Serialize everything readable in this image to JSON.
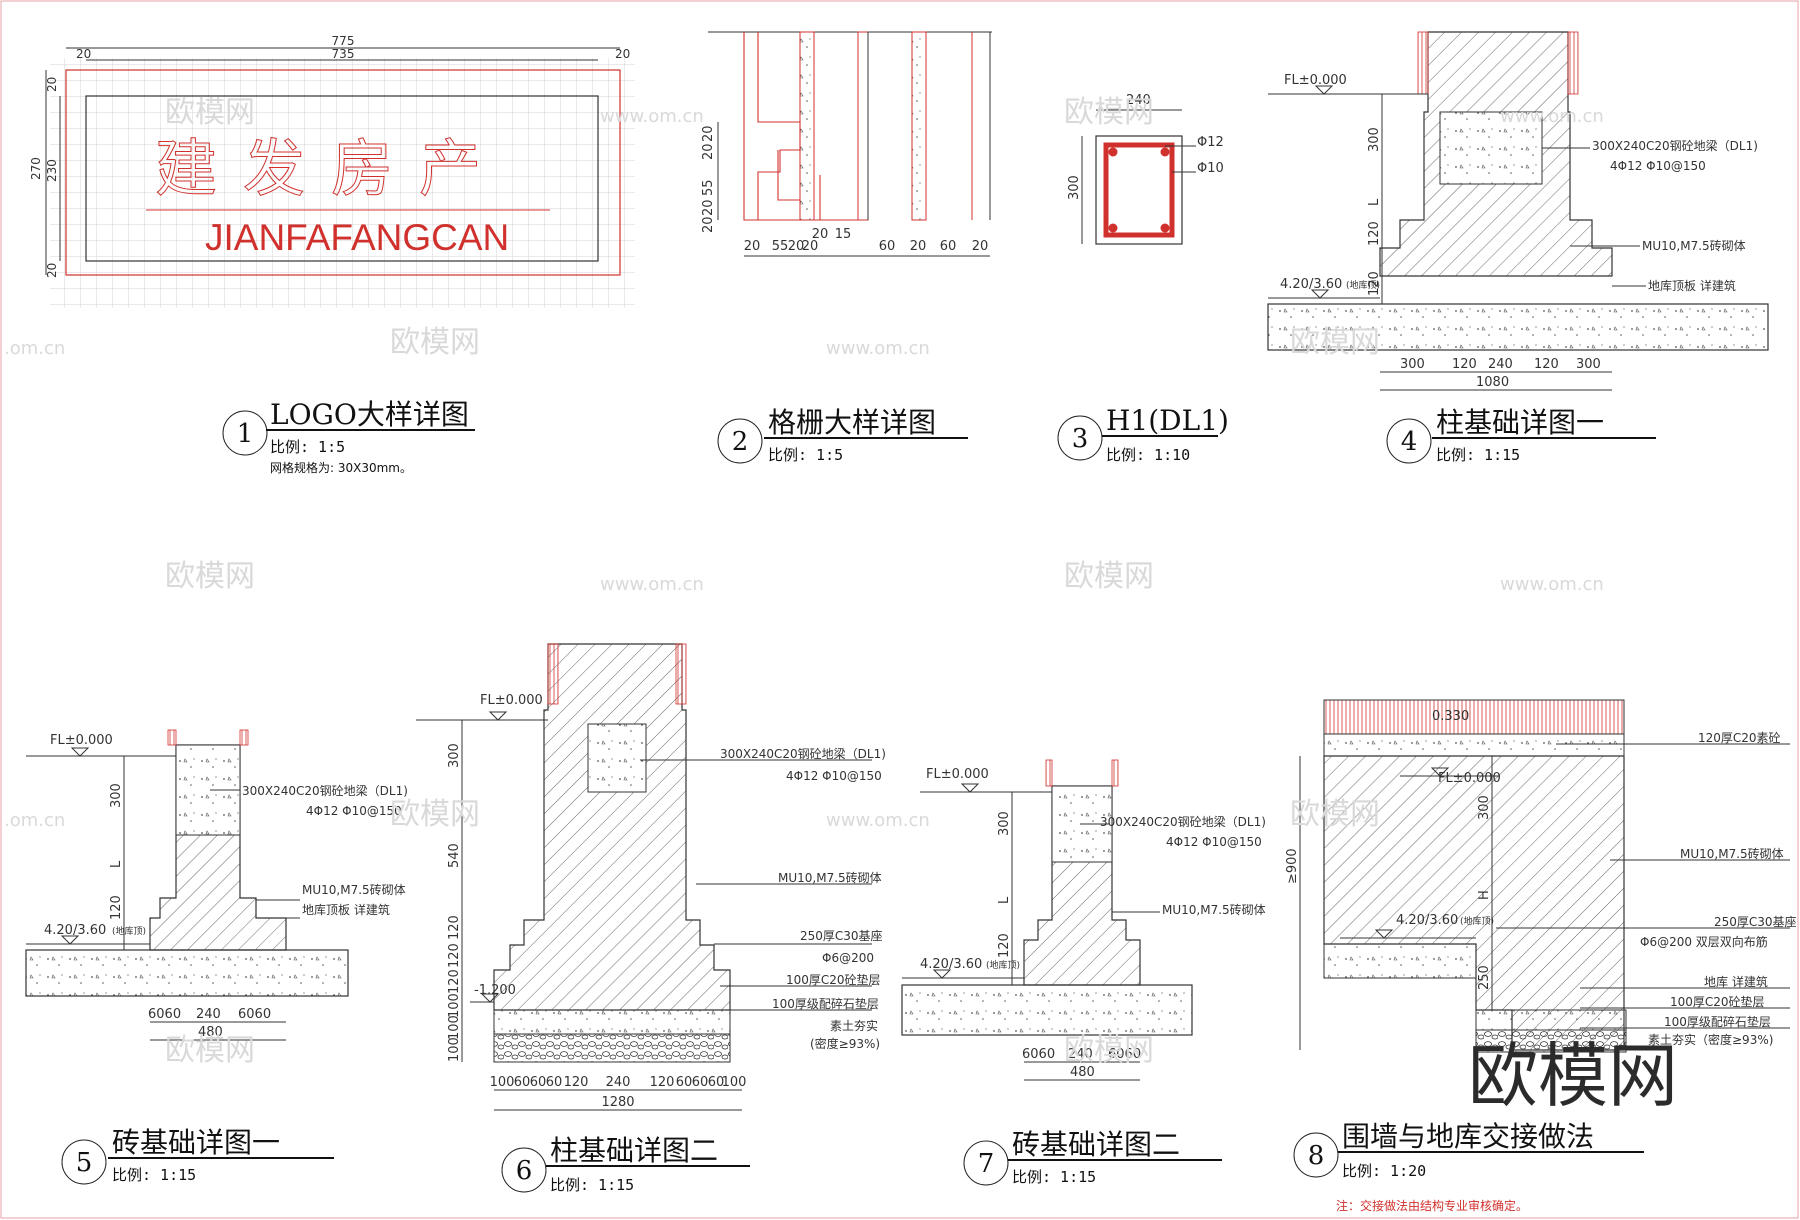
{
  "colors": {
    "line": "#222222",
    "red": "#d0312d",
    "hatch": "#555555",
    "grid": "#c9c9c9",
    "note_red": "#d0312d"
  },
  "watermark": {
    "brand_cn": "欧模网",
    "site": "www.om.cn",
    "site_short": ".om.cn"
  },
  "drawings": [
    {
      "num": "1",
      "title": "LOGO大样详图",
      "scale": "比例: 1:5",
      "note": "网格规格为: 30X30mm。"
    },
    {
      "num": "2",
      "title": "格栅大样详图",
      "scale": "比例: 1:5"
    },
    {
      "num": "3",
      "title": "H1(DL1)",
      "scale": "比例: 1:10"
    },
    {
      "num": "4",
      "title": "柱基础详图一",
      "scale": "比例: 1:15"
    },
    {
      "num": "5",
      "title": "砖基础详图一",
      "scale": "比例: 1:15"
    },
    {
      "num": "6",
      "title": "柱基础详图二",
      "scale": "比例: 1:15"
    },
    {
      "num": "7",
      "title": "砖基础详图二",
      "scale": "比例: 1:15"
    },
    {
      "num": "8",
      "title": "围墙与地库交接做法",
      "scale": "比例: 1:20"
    }
  ],
  "logo": {
    "text_en": "JIANFAFANGCAN",
    "text_cn": "建发房产",
    "dim_775": "775",
    "dim_735": "735",
    "dim_20": "20",
    "dim_270": "270",
    "dim_230": "230"
  },
  "grille": {
    "dims_v": [
      "20",
      "20",
      "55",
      "20",
      "20"
    ],
    "dims_h": [
      "20",
      "55",
      "20",
      "15",
      "20",
      "60",
      "20",
      "60",
      "20"
    ],
    "dim_20b": "20"
  },
  "beam": {
    "w": "240",
    "h": "300",
    "bar_top": "Φ12",
    "stirrup": "Φ10"
  },
  "col1": {
    "fl": "FL±0.000",
    "beam_label": "300X240C20钢砼地梁（DL1)",
    "beam_bars": "4Φ12   Φ10@150",
    "mu": "MU10,M7.5砖砌体",
    "roof": "地库顶板  详建筑",
    "elev": "4.20/3.60",
    "elev_note": "(地库顶)",
    "v300": "300",
    "vL": "L",
    "v120a": "120",
    "v120b": "120",
    "h300a": "300",
    "h120a": "120",
    "h240": "240",
    "h120b": "120",
    "h300b": "300",
    "h1080": "1080"
  },
  "brick1": {
    "fl": "FL±0.000",
    "beam_label": "300X240C20钢砼地梁（DL1)",
    "beam_bars": "4Φ12   Φ10@150",
    "mu": "MU10,M7.5砖砌体",
    "roof": "地库顶板  详建筑",
    "elev": "4.20/3.60",
    "elev_note": "(地库顶)",
    "v300": "300",
    "vL": "L",
    "v120": "120",
    "h6060a": "6060",
    "h240": "240",
    "h6060b": "6060",
    "h480": "480"
  },
  "col2": {
    "fl": "FL±0.000",
    "beam_label": "300X240C20钢砼地梁（DL1)",
    "beam_bars": "4Φ12   Φ10@150",
    "mu": "MU10,M7.5砖砌体",
    "base": "250厚C30基座",
    "bars": "Φ6@200",
    "cushion": "100厚C20砼垫层",
    "gravel": "100厚级配碎石垫层",
    "soil": "素土夯实",
    "density": "(密度≥93%)",
    "elev": "-1.200",
    "v300": "300",
    "v540": "540",
    "v120a": "120",
    "v120b": "120",
    "v120c": "120",
    "v100a": "100",
    "v100b": "100",
    "v100c": "100",
    "h_dims": [
      "100",
      "60",
      "60",
      "60",
      "120",
      "240",
      "120",
      "60",
      "60",
      "60",
      "100"
    ],
    "h1280": "1280"
  },
  "brick2": {
    "fl": "FL±0.000",
    "beam_label": "300X240C20钢砼地梁（DL1)",
    "beam_bars": "4Φ12   Φ10@150",
    "mu": "MU10,M7.5砖砌体",
    "elev": "4.20/3.60",
    "elev_note": "(地库顶)",
    "v300": "300",
    "vL": "L",
    "v120": "120",
    "h6060a": "6060",
    "h240": "240",
    "h6060b": "6060",
    "h480": "480"
  },
  "wall": {
    "top": "0.330",
    "c20": "120厚C20素砼",
    "fl": "FL±0.000",
    "mu": "MU10,M7.5砖砌体",
    "base": "250厚C30基座",
    "bars": "Φ6@200 双层双向布筋",
    "roof": "地库  详建筑",
    "cushion": "100厚C20砼垫层",
    "gravel": "100厚级配碎石垫层",
    "soil": "素土夯实（密度≥93%)",
    "elev": "4.20/3.60",
    "elev_note": "(地库顶)",
    "v300": "300",
    "vH": "H",
    "v900": "≥900",
    "v250": "250",
    "note": "注：交接做法由结构专业审核确定。",
    "brand_big": "欧模网"
  }
}
